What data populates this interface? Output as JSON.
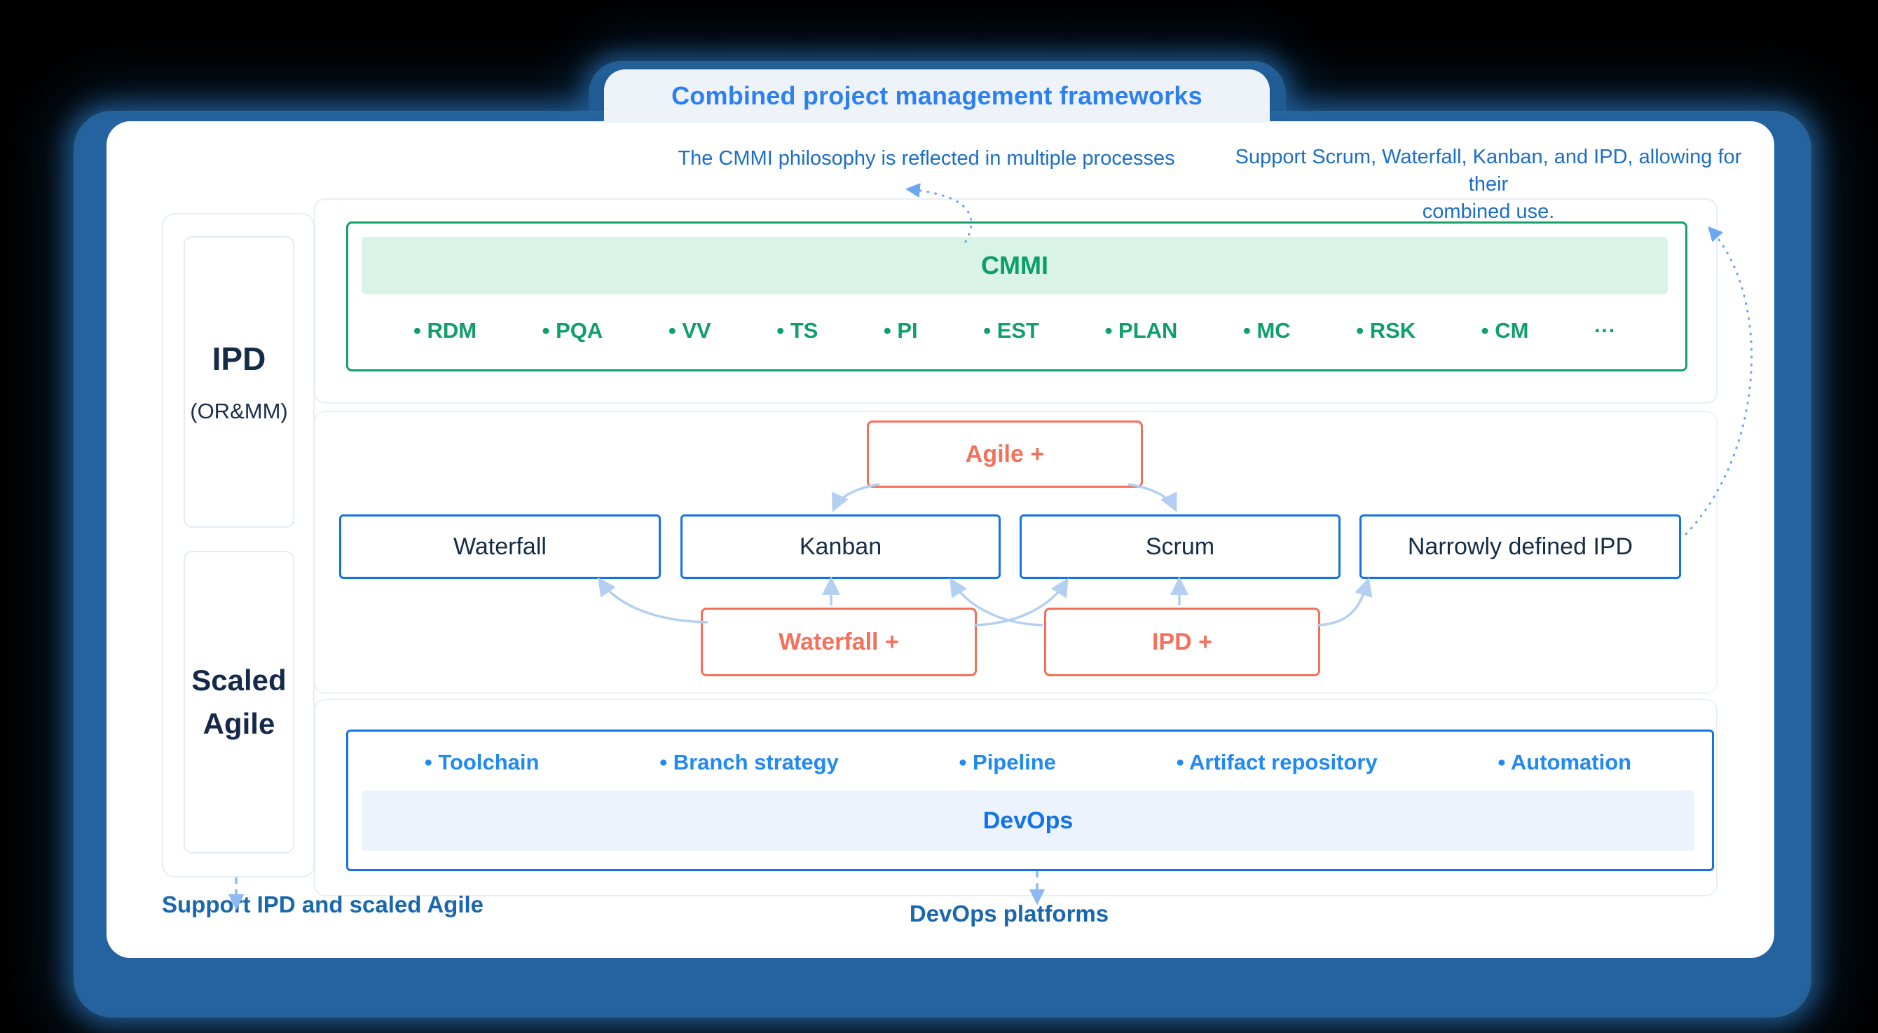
{
  "title": "Combined project management frameworks",
  "annotations": {
    "cmmi_note": "The CMMI philosophy is reflected in multiple processes",
    "support_note_line1": "Support Scrum, Waterfall, Kanban, and IPD, allowing for their",
    "support_note_line2": "combined use.",
    "sidebar_note": "Support IPD and scaled Agile",
    "devops_note": "DevOps platforms"
  },
  "sidebar": {
    "ipd_title": "IPD",
    "ipd_subtitle": "(OR&MM)",
    "scaled_line1": "Scaled",
    "scaled_line2": "Agile"
  },
  "cmmi": {
    "title": "CMMI",
    "items": [
      "RDM",
      "PQA",
      "VV",
      "TS",
      "PI",
      "EST",
      "PLAN",
      "MC",
      "RSK",
      "CM"
    ],
    "ellipsis": "···"
  },
  "frameworks": {
    "agile_plus": "Agile +",
    "row": [
      "Waterfall",
      "Kanban",
      "Scrum",
      "Narrowly defined IPD"
    ],
    "waterfall_plus": "Waterfall +",
    "ipd_plus": "IPD +"
  },
  "devops": {
    "title": "DevOps",
    "items": [
      "Toolchain",
      "Branch strategy",
      "Pipeline",
      "Artifact repository",
      "Automation"
    ]
  },
  "colors": {
    "frame_blue": "#24639f",
    "title_blue": "#2c80f1",
    "annotation_blue": "#1c6ec6",
    "note_blue": "#1967ac",
    "green_border": "#14a067",
    "green_text": "#0b9f68",
    "green_banner_bg": "#d9f3e7",
    "blue_border": "#1273e8",
    "devops_item_blue": "#2089f2",
    "devops_banner_bg": "#edf3fd",
    "orange": "#f4705a",
    "navy_text": "#152c47",
    "arrow_solid": "#b3d0f2",
    "arrow_dotted": "#6ca8ee",
    "arrow_dashed": "#8fbaf1"
  }
}
